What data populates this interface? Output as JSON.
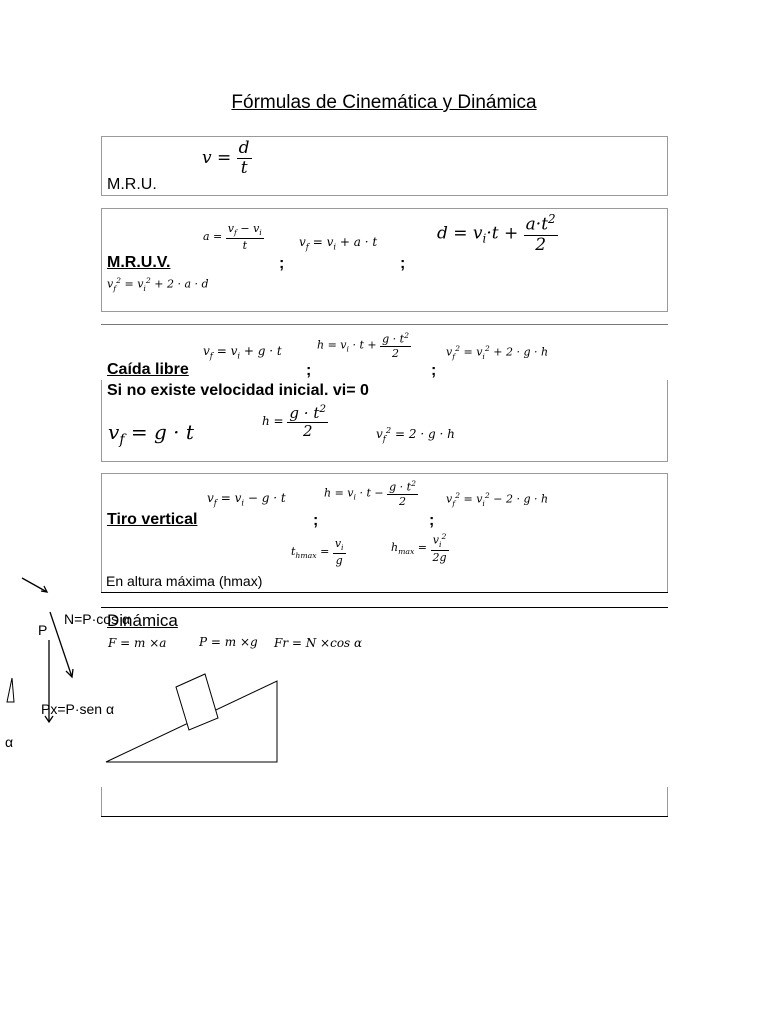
{
  "title": "Fórmulas de Cinemática y Dinámica",
  "mru": {
    "label": "M.R.U.",
    "v": "v",
    "d": "d",
    "t": "t"
  },
  "mruv": {
    "label": "M.R.U.V.",
    "a_lhs": "a =",
    "vf_eq": "= v",
    "semis": [
      ";",
      ";"
    ]
  },
  "caida": {
    "label": "Caída libre",
    "note": "Si no existe velocidad inicial. vi= 0",
    "semis": [
      ";",
      ";"
    ]
  },
  "tiro": {
    "label": "Tiro vertical",
    "note": "En altura máxima (hmax)",
    "semis": [
      ";",
      ";"
    ]
  },
  "dinamica": {
    "label": "Dinámica",
    "f1": "F = m ×a",
    "f2": "P = m ×g",
    "f3": "Fr = N ×cos α",
    "n_label": "N=P·cos α",
    "p_label": "P",
    "px_label": "Px=P·sen α",
    "alpha_label": "α"
  }
}
